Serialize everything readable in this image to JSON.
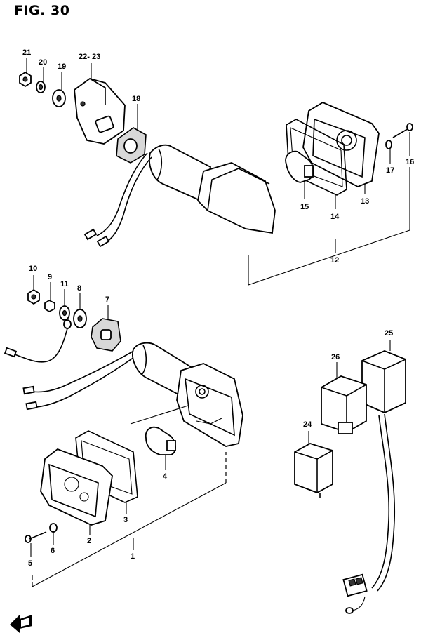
{
  "figure": {
    "title": "FIG. 30"
  },
  "part_numbers": {
    "p1": "1",
    "p2": "2",
    "p3": "3",
    "p4": "4",
    "p5": "5",
    "p6": "6",
    "p7": "7",
    "p8": "8",
    "p9": "9",
    "p10": "10",
    "p11": "11",
    "p12": "12",
    "p13": "13",
    "p14": "14",
    "p15": "15",
    "p16": "16",
    "p17": "17",
    "p18": "18",
    "p19": "19",
    "p20": "20",
    "p21": "21",
    "p22_23": "22- 23",
    "p24": "24",
    "p25": "25",
    "p26": "26"
  },
  "icons": {
    "direction_arrow": "front-direction-arrow-icon"
  }
}
